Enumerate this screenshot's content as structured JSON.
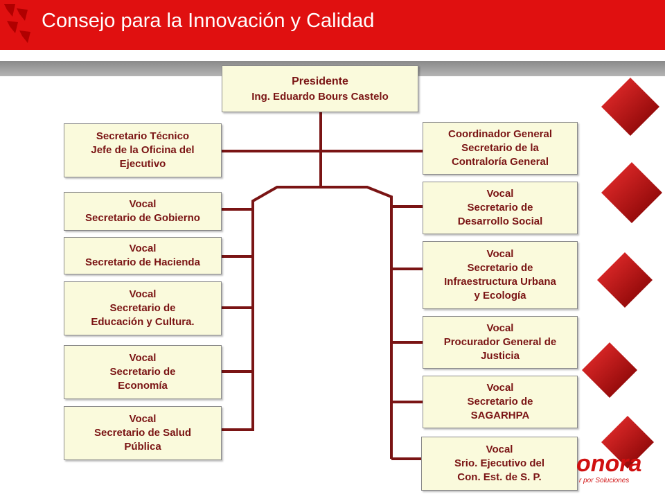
{
  "header": {
    "title": "Consejo para la Innovación y Calidad"
  },
  "colors": {
    "header_red": "#e01010",
    "box_fill": "#fafadc",
    "box_text": "#7a1414",
    "connector": "#7a1414",
    "grey_bar": "#a0a0a0"
  },
  "org": {
    "president": {
      "role": "Presidente",
      "name": "Ing. Eduardo Bours Castelo"
    },
    "tecnico": [
      "Secretario Técnico",
      "Jefe de la Oficina del",
      "Ejecutivo"
    ],
    "coordinador": [
      "Coordinador General",
      "Secretario de la",
      "Contraloría General"
    ],
    "left": [
      [
        "Vocal",
        "Secretario de Gobierno"
      ],
      [
        "Vocal",
        "Secretario de Hacienda"
      ],
      [
        "Vocal",
        "Secretario de",
        "Educación y Cultura."
      ],
      [
        "Vocal",
        "Secretario  de",
        "Economía"
      ],
      [
        "Vocal",
        "Secretario  de Salud",
        "Pública"
      ]
    ],
    "right": [
      [
        "Vocal",
        "Secretario de",
        "Desarrollo Social"
      ],
      [
        "Vocal",
        "Secretario de",
        "Infraestructura Urbana",
        "y Ecología"
      ],
      [
        "Vocal",
        "Procurador General de",
        "Justicia"
      ],
      [
        "Vocal",
        "Secretario de",
        "SAGARHPA"
      ],
      [
        "Vocal",
        "Srio. Ejecutivo del",
        "Con. Est. de S. P."
      ]
    ]
  },
  "logo": {
    "text": "onora",
    "tagline": "r por Soluciones"
  },
  "icons": [
    "chevron-decoration-icon",
    "red-diamond-icon"
  ]
}
